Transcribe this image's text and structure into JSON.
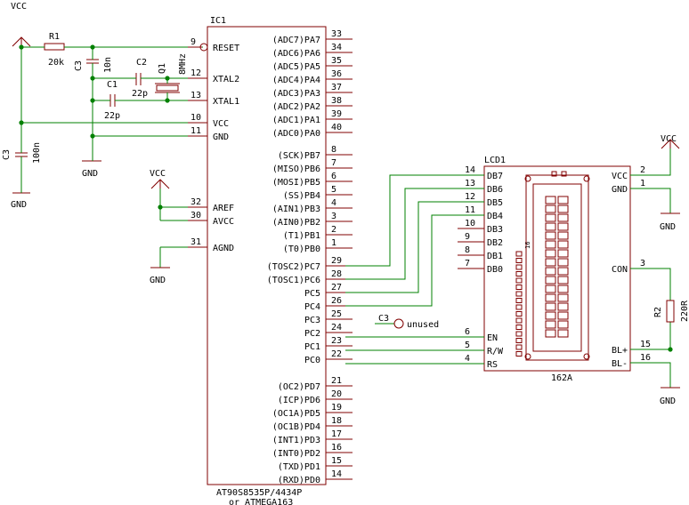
{
  "power": {
    "vcc": "VCC",
    "gnd": "GND"
  },
  "r1": {
    "ref": "R1",
    "value": "20k"
  },
  "c3_top": {
    "ref": "C3",
    "value": "10n"
  },
  "c3_left": {
    "ref": "C3",
    "value": "100n"
  },
  "c2": {
    "ref": "C2",
    "value": "22p"
  },
  "c1": {
    "ref": "C1",
    "value": "22p"
  },
  "q1": {
    "ref": "Q1",
    "value": "8MHz"
  },
  "r2": {
    "ref": "R2",
    "value": "220R"
  },
  "ic": {
    "ref": "IC1",
    "part1": "AT90S8535P/4434P",
    "part2": "or ATMEGA163",
    "left_pins": [
      {
        "num": "9",
        "name": "RESET"
      },
      {
        "num": "12",
        "name": "XTAL2"
      },
      {
        "num": "13",
        "name": "XTAL1"
      },
      {
        "num": "10",
        "name": "VCC"
      },
      {
        "num": "11",
        "name": "GND"
      },
      {
        "num": "32",
        "name": "AREF"
      },
      {
        "num": "30",
        "name": "AVCC"
      },
      {
        "num": "31",
        "name": "AGND"
      }
    ],
    "right_pins": [
      {
        "num": "33",
        "name": "(ADC7)PA7"
      },
      {
        "num": "34",
        "name": "(ADC6)PA6"
      },
      {
        "num": "35",
        "name": "(ADC5)PA5"
      },
      {
        "num": "36",
        "name": "(ADC4)PA4"
      },
      {
        "num": "37",
        "name": "(ADC3)PA3"
      },
      {
        "num": "38",
        "name": "(ADC2)PA2"
      },
      {
        "num": "39",
        "name": "(ADC1)PA1"
      },
      {
        "num": "40",
        "name": "(ADC0)PA0"
      },
      {
        "num": "8",
        "name": "(SCK)PB7"
      },
      {
        "num": "7",
        "name": "(MISO)PB6"
      },
      {
        "num": "6",
        "name": "(MOSI)PB5"
      },
      {
        "num": "5",
        "name": "(SS)PB4"
      },
      {
        "num": "4",
        "name": "(AIN1)PB3"
      },
      {
        "num": "3",
        "name": "(AIN0)PB2"
      },
      {
        "num": "2",
        "name": "(T1)PB1"
      },
      {
        "num": "1",
        "name": "(T0)PB0"
      },
      {
        "num": "29",
        "name": "(TOSC2)PC7"
      },
      {
        "num": "28",
        "name": "(TOSC1)PC6"
      },
      {
        "num": "27",
        "name": "PC5"
      },
      {
        "num": "26",
        "name": "PC4"
      },
      {
        "num": "25",
        "name": "PC3"
      },
      {
        "num": "24",
        "name": "PC2"
      },
      {
        "num": "23",
        "name": "PC1"
      },
      {
        "num": "22",
        "name": "PC0"
      },
      {
        "num": "21",
        "name": "(OC2)PD7"
      },
      {
        "num": "20",
        "name": "(ICP)PD6"
      },
      {
        "num": "19",
        "name": "(OC1A)PD5"
      },
      {
        "num": "18",
        "name": "(OC1B)PD4"
      },
      {
        "num": "17",
        "name": "(INT1)PD3"
      },
      {
        "num": "16",
        "name": "(INT0)PD2"
      },
      {
        "num": "15",
        "name": "(TXD)PD1"
      },
      {
        "num": "14",
        "name": "(RXD)PD0"
      }
    ]
  },
  "net": {
    "c3": "C3",
    "unused": "unused"
  },
  "lcd": {
    "ref": "LCD1",
    "part": "162A",
    "inner_label": "16",
    "left_pins": [
      {
        "num": "14",
        "name": "DB7"
      },
      {
        "num": "13",
        "name": "DB6"
      },
      {
        "num": "12",
        "name": "DB5"
      },
      {
        "num": "11",
        "name": "DB4"
      },
      {
        "num": "10",
        "name": "DB3"
      },
      {
        "num": "9",
        "name": "DB2"
      },
      {
        "num": "8",
        "name": "DB1"
      },
      {
        "num": "7",
        "name": "DB0"
      },
      {
        "num": "6",
        "name": "EN"
      },
      {
        "num": "5",
        "name": "R/W"
      },
      {
        "num": "4",
        "name": "RS"
      }
    ],
    "right_pins": [
      {
        "num": "2",
        "name": "VCC"
      },
      {
        "num": "1",
        "name": "GND"
      },
      {
        "num": "3",
        "name": "CON"
      },
      {
        "num": "15",
        "name": "BL+"
      },
      {
        "num": "16",
        "name": "BL-"
      }
    ]
  }
}
